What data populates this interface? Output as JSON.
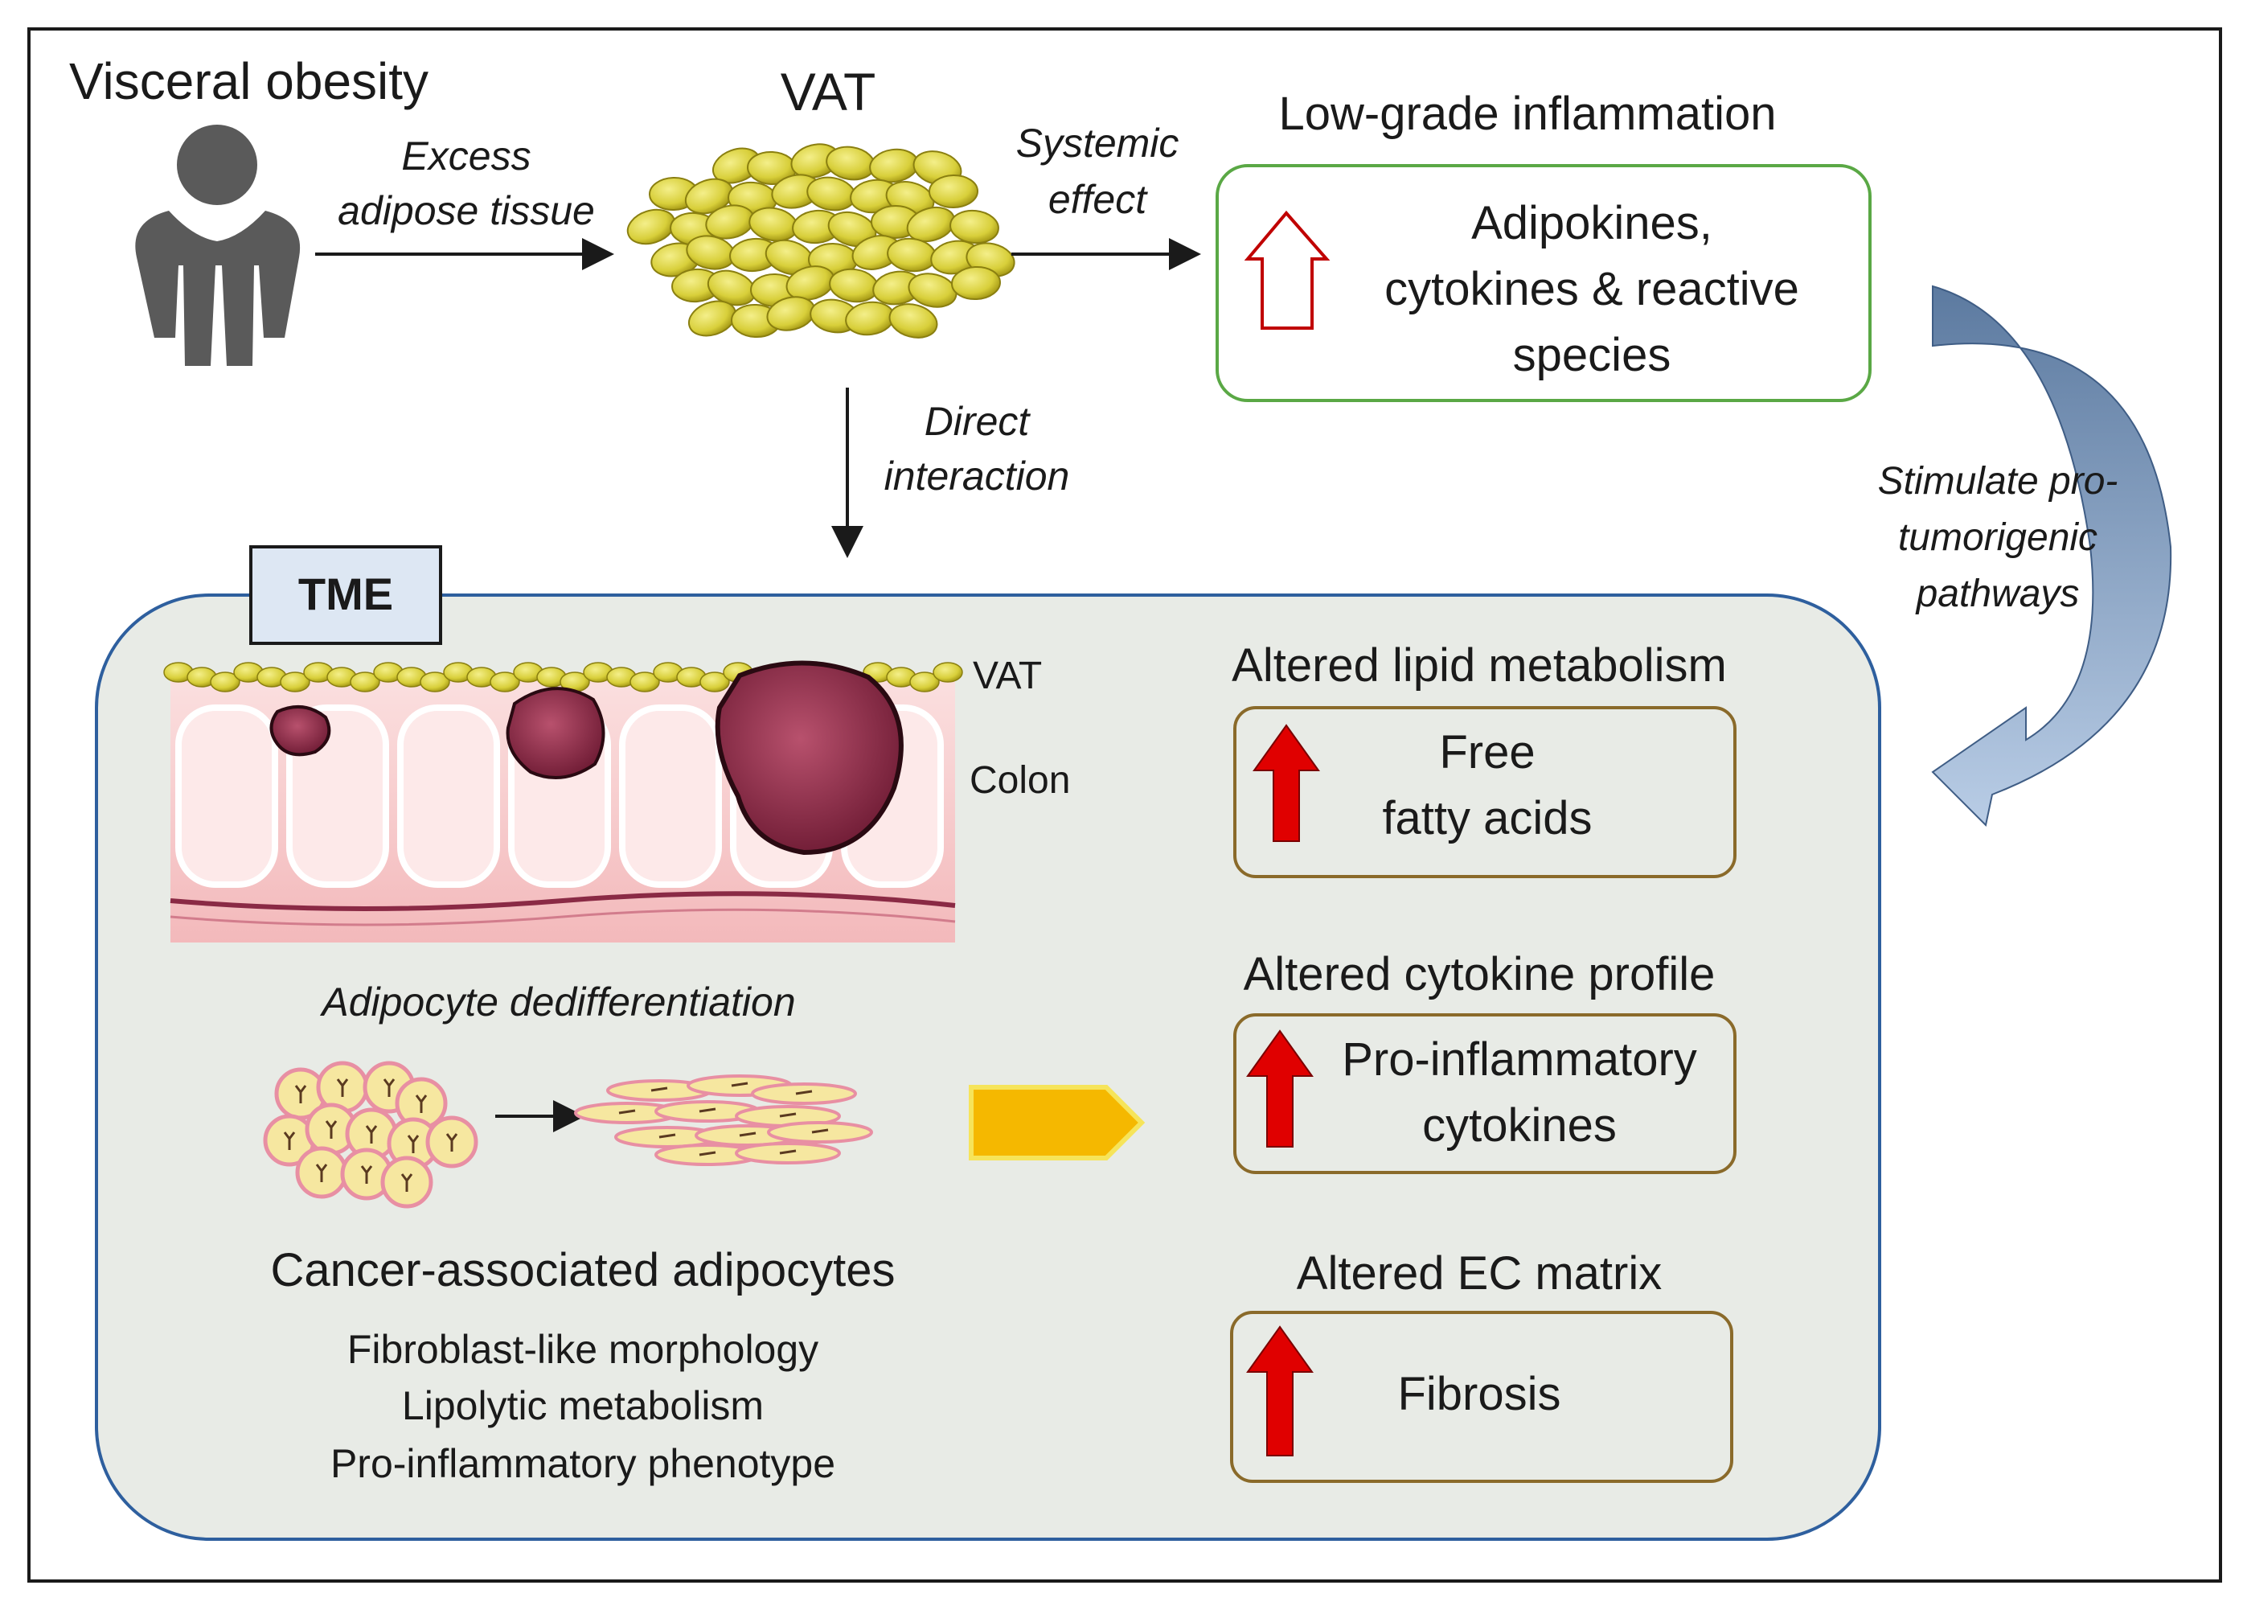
{
  "top": {
    "visceral_obesity": "Visceral obesity",
    "vat_title": "VAT",
    "excess_line1": "Excess",
    "excess_line2": "adipose tissue",
    "systemic_line1": "Systemic",
    "systemic_line2": "effect",
    "direct_line1": "Direct",
    "direct_line2": "interaction",
    "inflammation_title": "Low-grade inflammation",
    "inflammation_line1": "Adipokines,",
    "inflammation_line2": "cytokines & reactive",
    "inflammation_line3": "species",
    "stimulate_line1": "Stimulate pro-",
    "stimulate_line2": "tumorigenic",
    "stimulate_line3": "pathways"
  },
  "tme": {
    "label": "TME",
    "vat_label": "VAT",
    "colon_label": "Colon",
    "dediff": "Adipocyte dedifferentiation",
    "caa_title": "Cancer-associated adipocytes",
    "caa_items": [
      "Fibroblast-like morphology",
      "Lipolytic metabolism",
      "Pro-inflammatory phenotype"
    ]
  },
  "effects": {
    "lipid_title": "Altered lipid metabolism",
    "lipid_line1": "Free",
    "lipid_line2": "fatty acids",
    "cytokine_title": "Altered cytokine profile",
    "cytokine_line1": "Pro-inflammatory",
    "cytokine_line2": "cytokines",
    "ec_title": "Altered EC matrix",
    "ec_text": "Fibrosis"
  },
  "colors": {
    "frame": "#1a1a1a",
    "tme_panel_fill": "#e8ebe6",
    "tme_panel_stroke": "#2e5f9e",
    "tme_label_fill": "#dde7f3",
    "inflammation_box_stroke": "#5aa845",
    "effect_box_stroke": "#8a6a2a",
    "red_arrow": "#e00000",
    "hollow_arrow": "#c00000",
    "curved_arrow": "#8faacb",
    "fat_cell": "#d8cf3a",
    "colon_pink": "#f5c4c4",
    "tumor": "#8a2a45",
    "pentagon_arrow": "#f5b800"
  }
}
